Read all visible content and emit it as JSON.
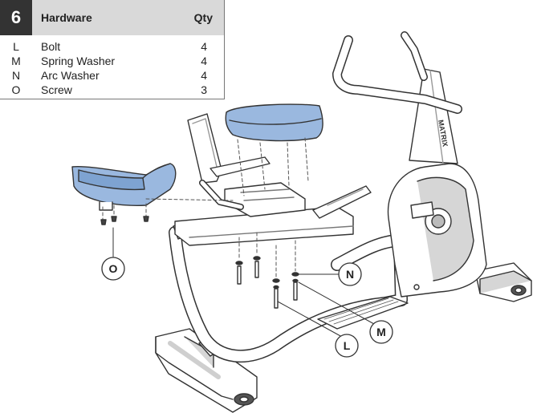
{
  "hardware_table": {
    "step": "6",
    "title": "Hardware",
    "qty_header": "Qty",
    "items": [
      {
        "code": "L",
        "name": "Bolt",
        "qty": "4"
      },
      {
        "code": "M",
        "name": "Spring Washer",
        "qty": "4"
      },
      {
        "code": "N",
        "name": "Arc Washer",
        "qty": "4"
      },
      {
        "code": "O",
        "name": "Screw",
        "qty": "3"
      }
    ]
  },
  "callouts": {
    "O": "O",
    "N": "N",
    "M": "M",
    "L": "L"
  },
  "logo_text": "MATRIX",
  "colors": {
    "highlight_part": "#9ab8df",
    "line": "#333333",
    "body": "#ffffff",
    "shade": "#d6d6d6",
    "header_bg": "#d9d9d9",
    "step_bg": "#333333"
  }
}
